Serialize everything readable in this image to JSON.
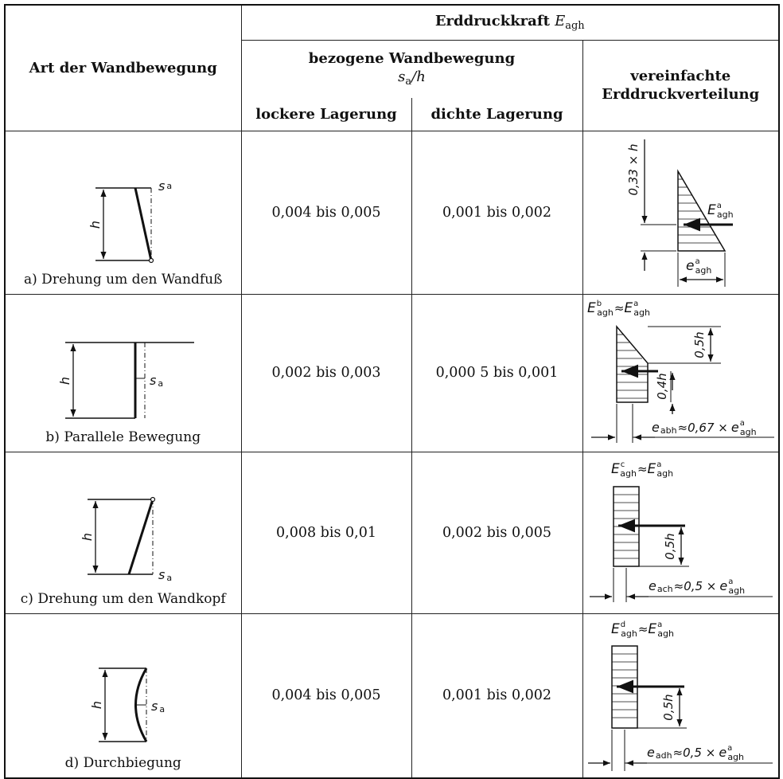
{
  "header": {
    "col_art": "Art der Wandbewegung",
    "col_kraft_prefix": "Erddruckkraft ",
    "col_kraft_E": "E",
    "col_kraft_sub": "agh",
    "col_bezogen": "bezogene Wandbewegung",
    "col_bezogen_s": "s",
    "col_bezogen_s_sub": "a",
    "col_bezogen_h": "/h",
    "col_locker": "lockere Lagerung",
    "col_dicht": "dichte Lagerung",
    "col_verteilung_l1": "vereinfachte",
    "col_verteilung_l2": "Erddruckverteilung"
  },
  "symbols": {
    "h": "h",
    "s": "s",
    "a": "a",
    "E": "E",
    "e": "e",
    "agh": "agh",
    "abh": "abh",
    "ach": "ach",
    "adh": "adh",
    "b": "b",
    "c": "c",
    "d": "d",
    "approx": "≈",
    "factor_067": "0,67 ×",
    "factor_05": "0,5 ×",
    "dim_033h": "0,33 × h",
    "dim_05h": "0,5h",
    "dim_04h": "0,4h"
  },
  "rows": [
    {
      "label": "a) Drehung um den Wandfuß",
      "locker": "0,004 bis 0,005",
      "dicht": "0,001 bis 0,002"
    },
    {
      "label": "b) Parallele Bewegung",
      "locker": "0,002 bis 0,003",
      "dicht": "0,000 5 bis 0,001"
    },
    {
      "label": "c) Drehung um den Wandkopf",
      "locker": "0,008 bis 0,01",
      "dicht": "0,002 bis 0,005"
    },
    {
      "label": "d) Durchbiegung",
      "locker": "0,004 bis 0,005",
      "dicht": "0,001 bis 0,002"
    }
  ]
}
